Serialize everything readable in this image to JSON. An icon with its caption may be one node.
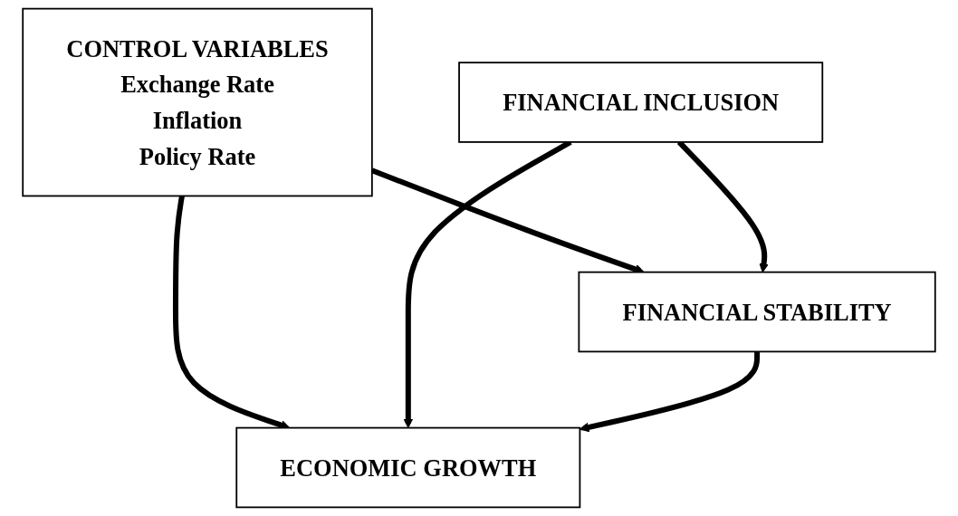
{
  "diagram": {
    "nodes": [
      {
        "text": [
          "CONTROL VARIABLES",
          "Exchange Rate",
          "Inflation",
          "Policy Rate"
        ]
      },
      {
        "text": [
          "ECONOMIC GROWTH"
        ]
      },
      {
        "text": [
          "FINANCIAL INCLUSION"
        ]
      },
      {
        "text": [
          "FINANCIAL STABILITY"
        ]
      }
    ],
    "edges": [
      {
        "from": 0,
        "to": 1,
        "arrow": "to"
      },
      {
        "from": 0,
        "to": 3,
        "arrow": "to"
      },
      {
        "from": 2,
        "to": 1,
        "arrow": "to"
      },
      {
        "from": 3,
        "to": 1,
        "arrow": "to"
      },
      {
        "from": 2,
        "to": 3,
        "arrow": "to"
      }
    ]
  }
}
